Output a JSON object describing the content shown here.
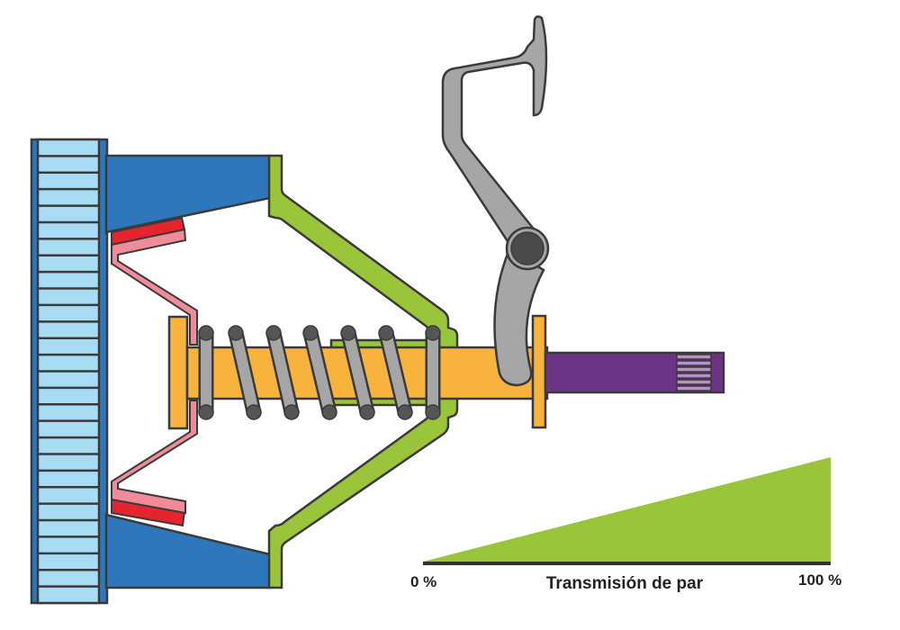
{
  "diagram": {
    "subject": "clutch mechanism with pedal",
    "parts": {
      "flywheel": {
        "label": "flywheel",
        "color": "#2e77bb",
        "teeth_color": "#a8dcf5",
        "teeth_count": 28
      },
      "pressure_plate": {
        "label": "pressure plate",
        "color": "#2e77bb"
      },
      "friction_lining": {
        "label": "friction lining",
        "color": "#e4252d"
      },
      "clutch_disc": {
        "label": "clutch disc",
        "color": "#f08b99"
      },
      "clutch_cover": {
        "label": "clutch cover",
        "color": "#9ac43a"
      },
      "hub": {
        "label": "hub / release bearing sleeve",
        "color": "#f8b33c"
      },
      "spring": {
        "label": "pressure spring",
        "color": "#a6a6a6",
        "end_color": "#555555",
        "coils": 7
      },
      "pedal": {
        "label": "clutch pedal",
        "color": "#a6a6a6",
        "pivot_color": "#4a4a4a"
      },
      "shaft": {
        "label": "input shaft",
        "color": "#6c3484",
        "splines_color": "#b98fcc",
        "spline_count": 6
      },
      "outline": "#3a3a3a"
    }
  },
  "torque_indicator": {
    "title": "Transmisión de par",
    "min_label": "0 %",
    "max_label": "100 %",
    "fill_color": "#9ac43a",
    "baseline_color": "#333333",
    "value_percent": 100
  }
}
